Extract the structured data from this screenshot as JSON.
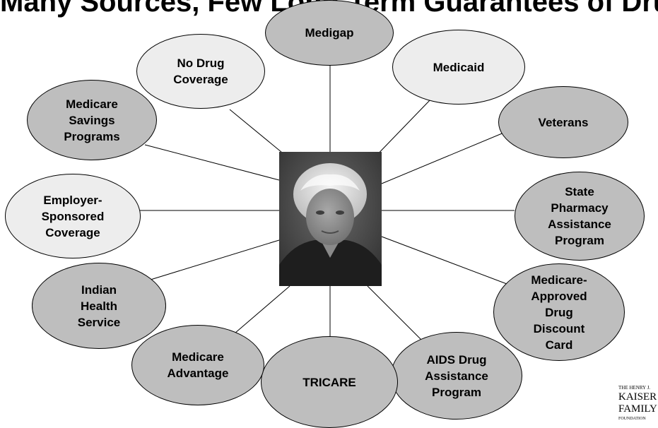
{
  "title": "Many Sources, Few Long-Term Guarantees of Drug Coverage",
  "center_image": "photo-of-elderly-woman",
  "nodes": [
    {
      "label": "Medigap",
      "shade": "dark"
    },
    {
      "label": "Medicaid",
      "shade": "light"
    },
    {
      "label": "Veterans",
      "shade": "dark"
    },
    {
      "label": "State\nPharmacy\nAssistance\nProgram",
      "shade": "dark"
    },
    {
      "label": "Medicare-\nApproved\nDrug\nDiscount\nCard",
      "shade": "dark"
    },
    {
      "label": "AIDS Drug\nAssistance\nProgram",
      "shade": "dark"
    },
    {
      "label": "TRICARE",
      "shade": "dark"
    },
    {
      "label": "Medicare\nAdvantage",
      "shade": "dark"
    },
    {
      "label": "Indian\nHealth\nService",
      "shade": "dark"
    },
    {
      "label": "Employer-\nSponsored\nCoverage",
      "shade": "light"
    },
    {
      "label": "Medicare\nSavings\nPrograms",
      "shade": "dark"
    },
    {
      "label": "No Drug\nCoverage",
      "shade": "light"
    }
  ],
  "logo": {
    "top": "THE HENRY J.",
    "main": "KAISER\nFAMILY",
    "bottom": "FOUNDATION"
  }
}
